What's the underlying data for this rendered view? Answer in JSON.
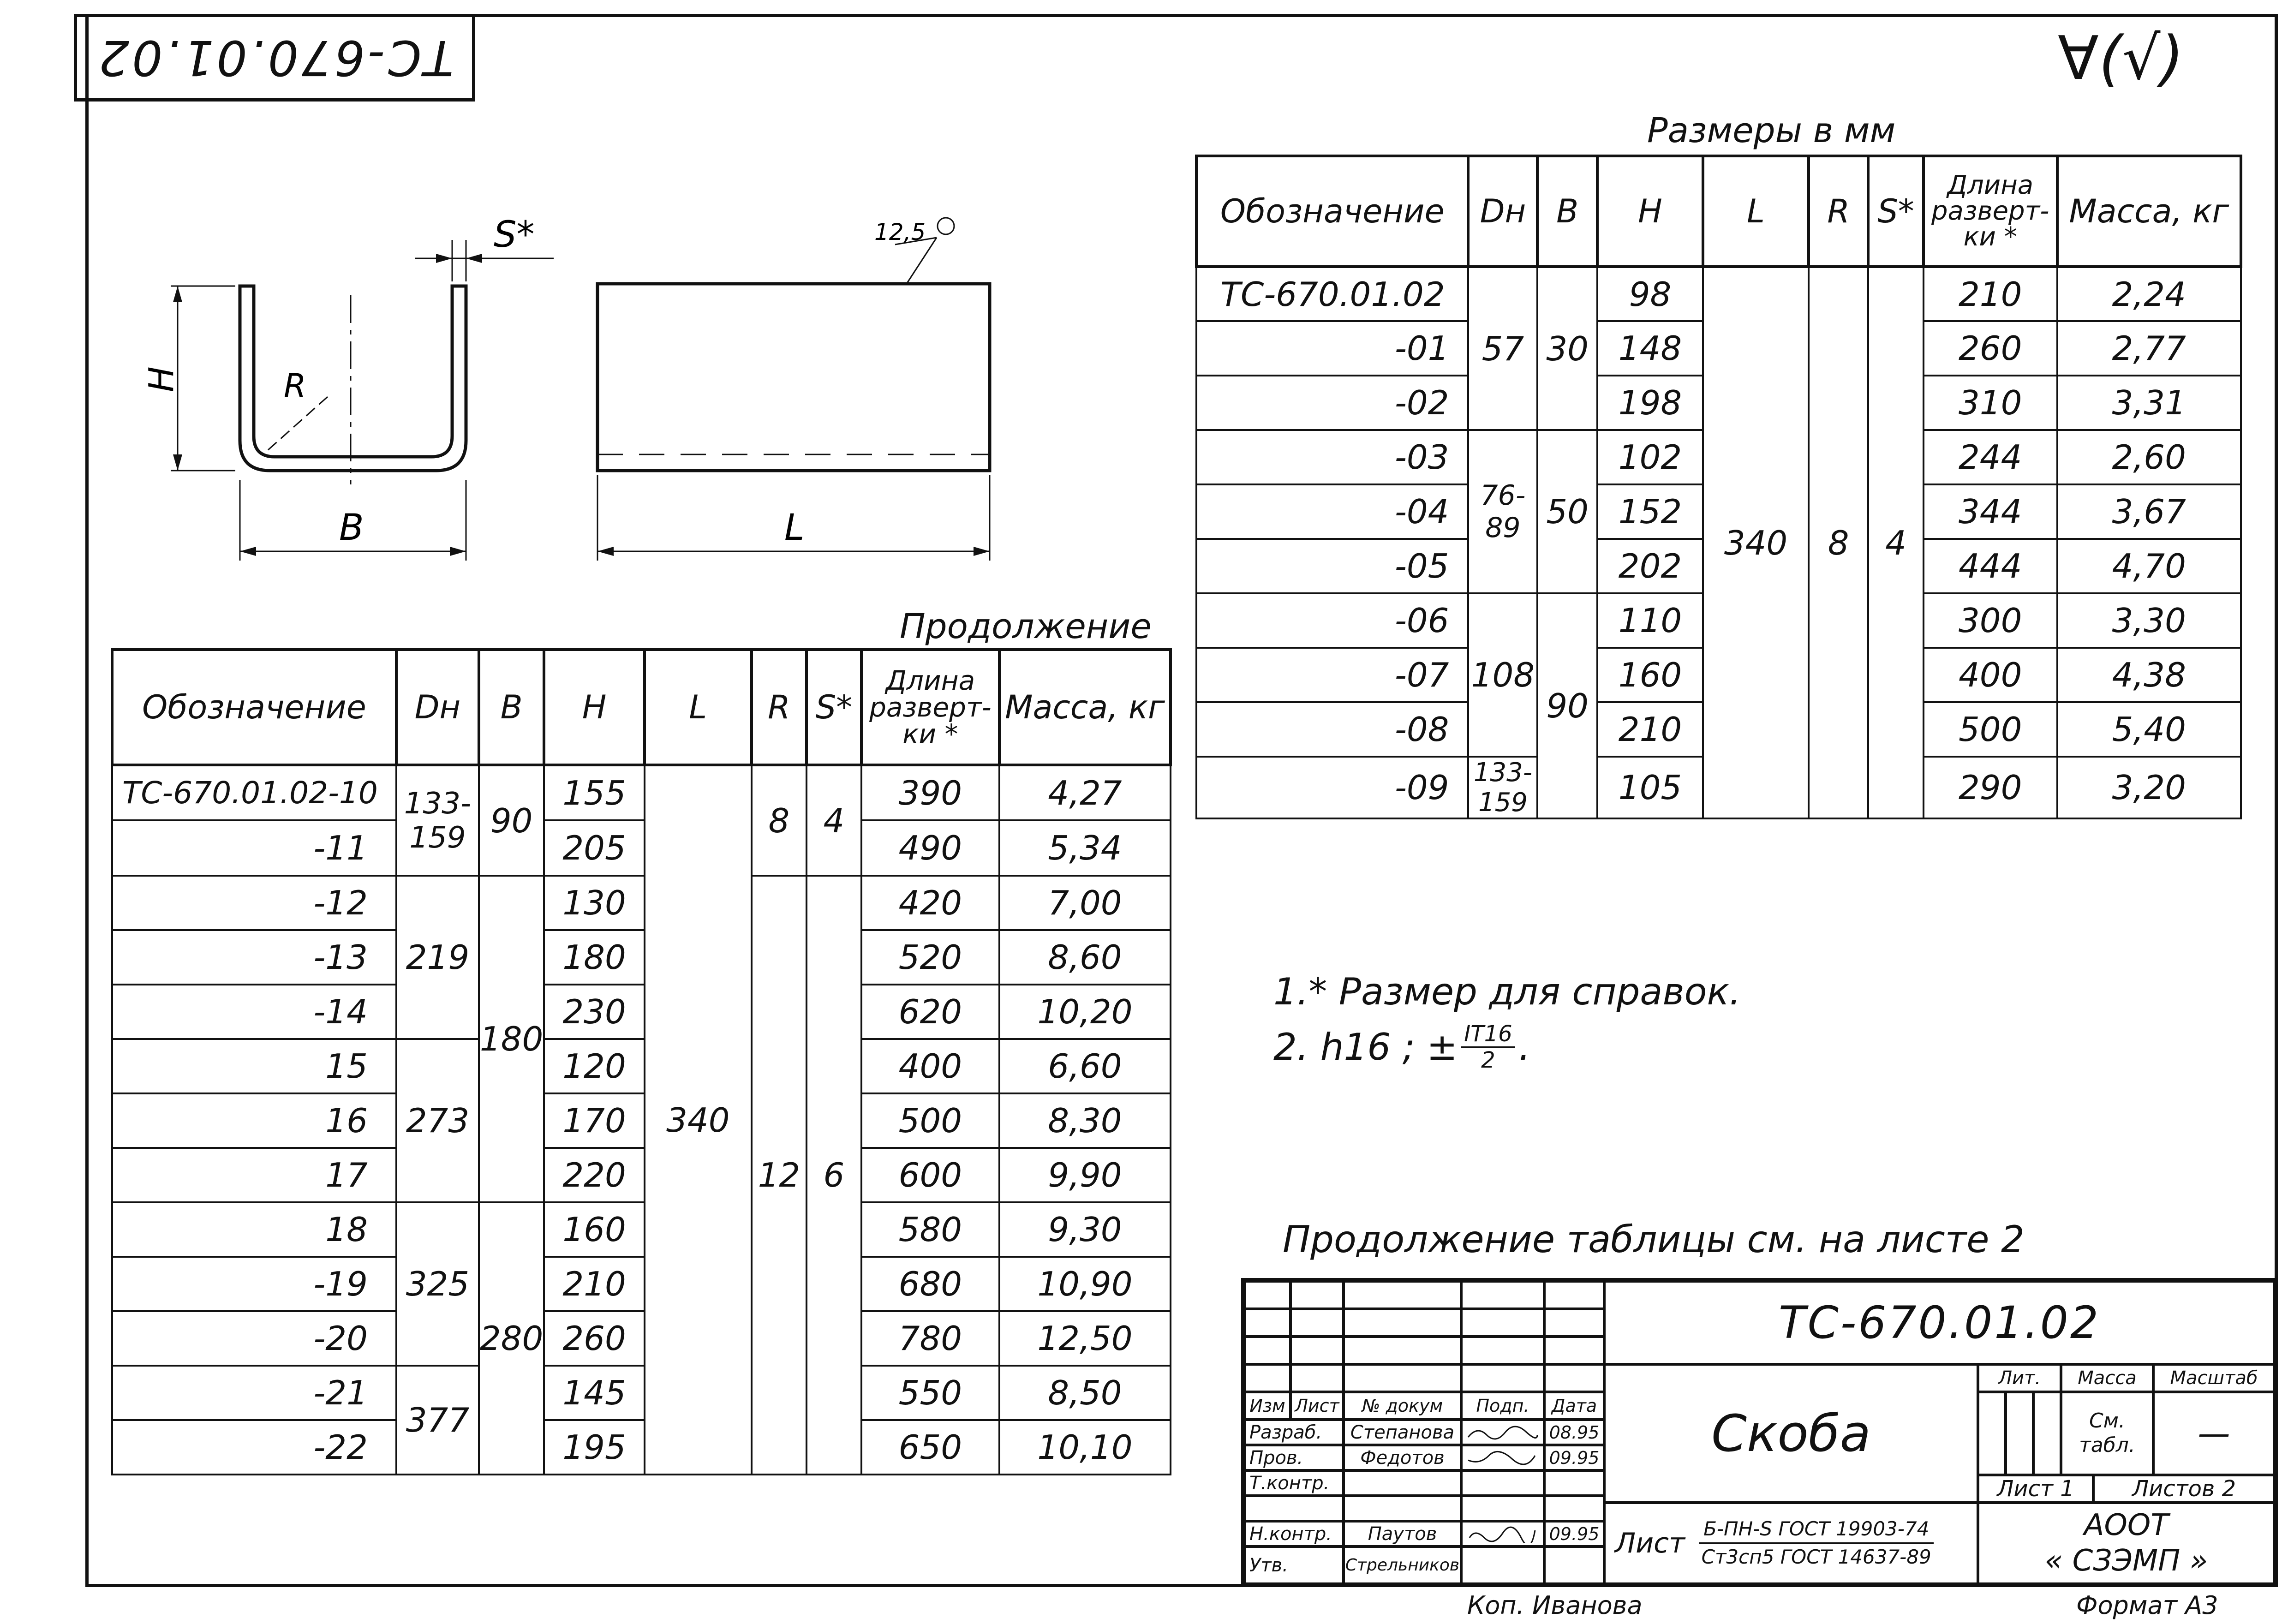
{
  "doc": {
    "designation_stamp": "ТС-670.01.02",
    "roughness_mark": "∀(√)",
    "drawing": {
      "s_label": "S*",
      "h_label": "H",
      "r_label": "R",
      "b_label": "B",
      "l_label": "L",
      "roughness": "12,5"
    }
  },
  "table_main": {
    "title": "Размеры в мм",
    "headers": [
      "Обозначение",
      "Dн",
      "B",
      "H",
      "L",
      "R",
      "S*",
      "Длина разверт-ки *",
      "Масса, кг"
    ],
    "rows": [
      {
        "name": "ТС-670.01.02",
        "h": "98",
        "len": "210",
        "mass": "2,24"
      },
      {
        "name": "-01",
        "h": "148",
        "len": "260",
        "mass": "2,77"
      },
      {
        "name": "-02",
        "h": "198",
        "len": "310",
        "mass": "3,31"
      },
      {
        "name": "-03",
        "h": "102",
        "len": "244",
        "mass": "2,60"
      },
      {
        "name": "-04",
        "h": "152",
        "len": "344",
        "mass": "3,67"
      },
      {
        "name": "-05",
        "h": "202",
        "len": "444",
        "mass": "4,70"
      },
      {
        "name": "-06",
        "h": "110",
        "len": "300",
        "mass": "3,30"
      },
      {
        "name": "-07",
        "h": "160",
        "len": "400",
        "mass": "4,38"
      },
      {
        "name": "-08",
        "h": "210",
        "len": "500",
        "mass": "5,40"
      },
      {
        "name": "-09",
        "h": "105",
        "len": "290",
        "mass": "3,20"
      }
    ],
    "dn": [
      "57",
      "76-89",
      "108",
      "133-159"
    ],
    "b": [
      "30",
      "50",
      "90"
    ],
    "l": "340",
    "r": "8",
    "s": "4"
  },
  "table_cont": {
    "title": "Продолжение",
    "headers": [
      "Обозначение",
      "Dн",
      "B",
      "H",
      "L",
      "R",
      "S*",
      "Длина разверт-ки *",
      "Масса, кг"
    ],
    "rows": [
      {
        "name": "ТС-670.01.02-10",
        "h": "155",
        "len": "390",
        "mass": "4,27"
      },
      {
        "name": "-11",
        "h": "205",
        "len": "490",
        "mass": "5,34"
      },
      {
        "name": "-12",
        "h": "130",
        "len": "420",
        "mass": "7,00"
      },
      {
        "name": "-13",
        "h": "180",
        "len": "520",
        "mass": "8,60"
      },
      {
        "name": "-14",
        "h": "230",
        "len": "620",
        "mass": "10,20"
      },
      {
        "name": "15",
        "h": "120",
        "len": "400",
        "mass": "6,60"
      },
      {
        "name": "16",
        "h": "170",
        "len": "500",
        "mass": "8,30"
      },
      {
        "name": "17",
        "h": "220",
        "len": "600",
        "mass": "9,90"
      },
      {
        "name": "18",
        "h": "160",
        "len": "580",
        "mass": "9,30"
      },
      {
        "name": "-19",
        "h": "210",
        "len": "680",
        "mass": "10,90"
      },
      {
        "name": "-20",
        "h": "260",
        "len": "780",
        "mass": "12,50"
      },
      {
        "name": "-21",
        "h": "145",
        "len": "550",
        "mass": "8,50"
      },
      {
        "name": "-22",
        "h": "195",
        "len": "650",
        "mass": "10,10"
      }
    ],
    "dn": [
      "133-159",
      "219",
      "273",
      "325",
      "377"
    ],
    "b": [
      "90",
      "180",
      "280"
    ],
    "l": "340",
    "r": [
      "8",
      "12"
    ],
    "s": [
      "4",
      "6"
    ]
  },
  "notes": {
    "n1": "1.* Размер для справок.",
    "n2_prefix": "2.  h16 ; ±",
    "n2_num": "IT16",
    "n2_den": "2",
    "n2_suffix": "."
  },
  "continuation_note": "Продолжение таблицы см. на листе 2",
  "title_block": {
    "designation": "ТС-670.01.02",
    "name": "Скоба",
    "col_izm": "Изм",
    "col_list": "Лист",
    "col_doc": "№ докум",
    "col_sign": "Подп.",
    "col_date": "Дата",
    "role_razrab": "Разраб.",
    "razrab_name": "Степанова",
    "razrab_date": "08.95",
    "role_prov": "Пров.",
    "prov_name": "Федотов",
    "prov_date": "09.95",
    "role_tkontr": "Т.контр.",
    "role_nkontr": "Н.контр.",
    "nkontr_name": "Паутов",
    "nkontr_date": "09.95",
    "role_utv": "Утв.",
    "utv_name": "Стрельников",
    "lit_label": "Лит.",
    "mass_label": "Масса",
    "scale_label": "Масштаб",
    "mass_value": "См. табл.",
    "scale_value": "—",
    "sheet_label": "Лист 1",
    "sheets_label": "Листов 2",
    "material_label": "Лист",
    "material_top": "Б-ПН-S ГОСТ 19903-74",
    "material_bottom": "Ст3сп5 ГОСТ 14637-89",
    "org_1": "АООТ",
    "org_2": "« СЗЭМП »"
  },
  "footer": {
    "copied": "Коп. Иванова",
    "format": "Формат А3"
  }
}
